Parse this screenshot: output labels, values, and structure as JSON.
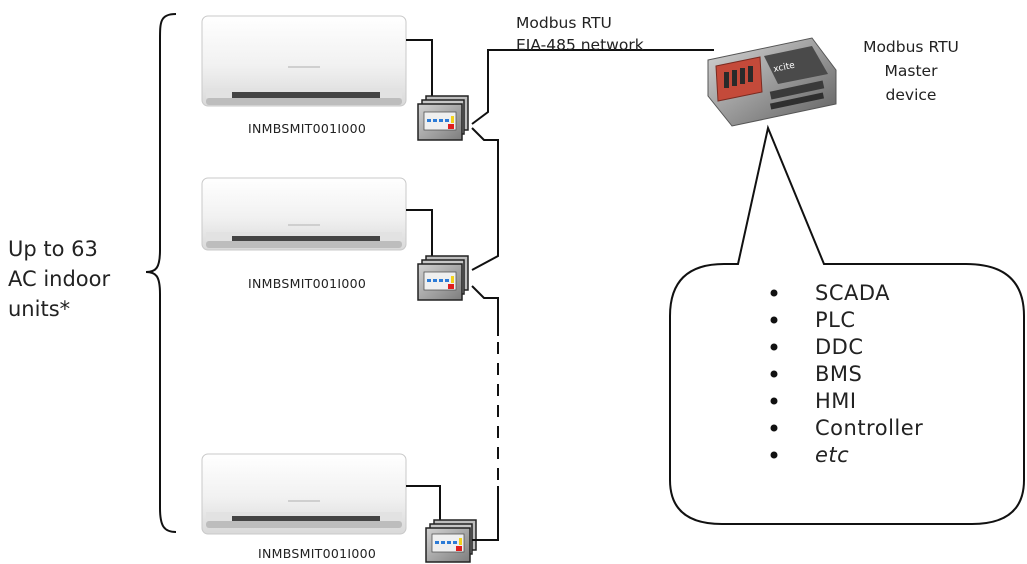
{
  "group_label": {
    "lines": [
      "Up to 63",
      "AC indoor",
      "units*"
    ]
  },
  "network_label": {
    "lines": [
      "Modbus RTU",
      "EIA-485 network"
    ]
  },
  "master_label": {
    "lines": [
      "Modbus RTU",
      "Master",
      "device"
    ]
  },
  "master_device_brand": "xcite",
  "gateways": [
    {
      "label": "INMBSMIT001I000"
    },
    {
      "label": "INMBSMIT001I000"
    },
    {
      "label": "INMBSMIT001I000"
    }
  ],
  "master_types": [
    {
      "label": "SCADA",
      "italic": false
    },
    {
      "label": "PLC",
      "italic": false
    },
    {
      "label": "DDC",
      "italic": false
    },
    {
      "label": "BMS",
      "italic": false
    },
    {
      "label": "HMI",
      "italic": false
    },
    {
      "label": "Controller",
      "italic": false
    },
    {
      "label": "etc",
      "italic": true
    }
  ],
  "colors": {
    "line": "#111111",
    "ac_body": "#f6f6f6",
    "ac_shadow": "#9a9a9a",
    "gateway_body": "#a9a9a9",
    "gateway_led": "#2c7bd6",
    "gateway_red": "#e01e1e",
    "gateway_yellow": "#f2d21b",
    "master_body": "#c44a3a"
  }
}
